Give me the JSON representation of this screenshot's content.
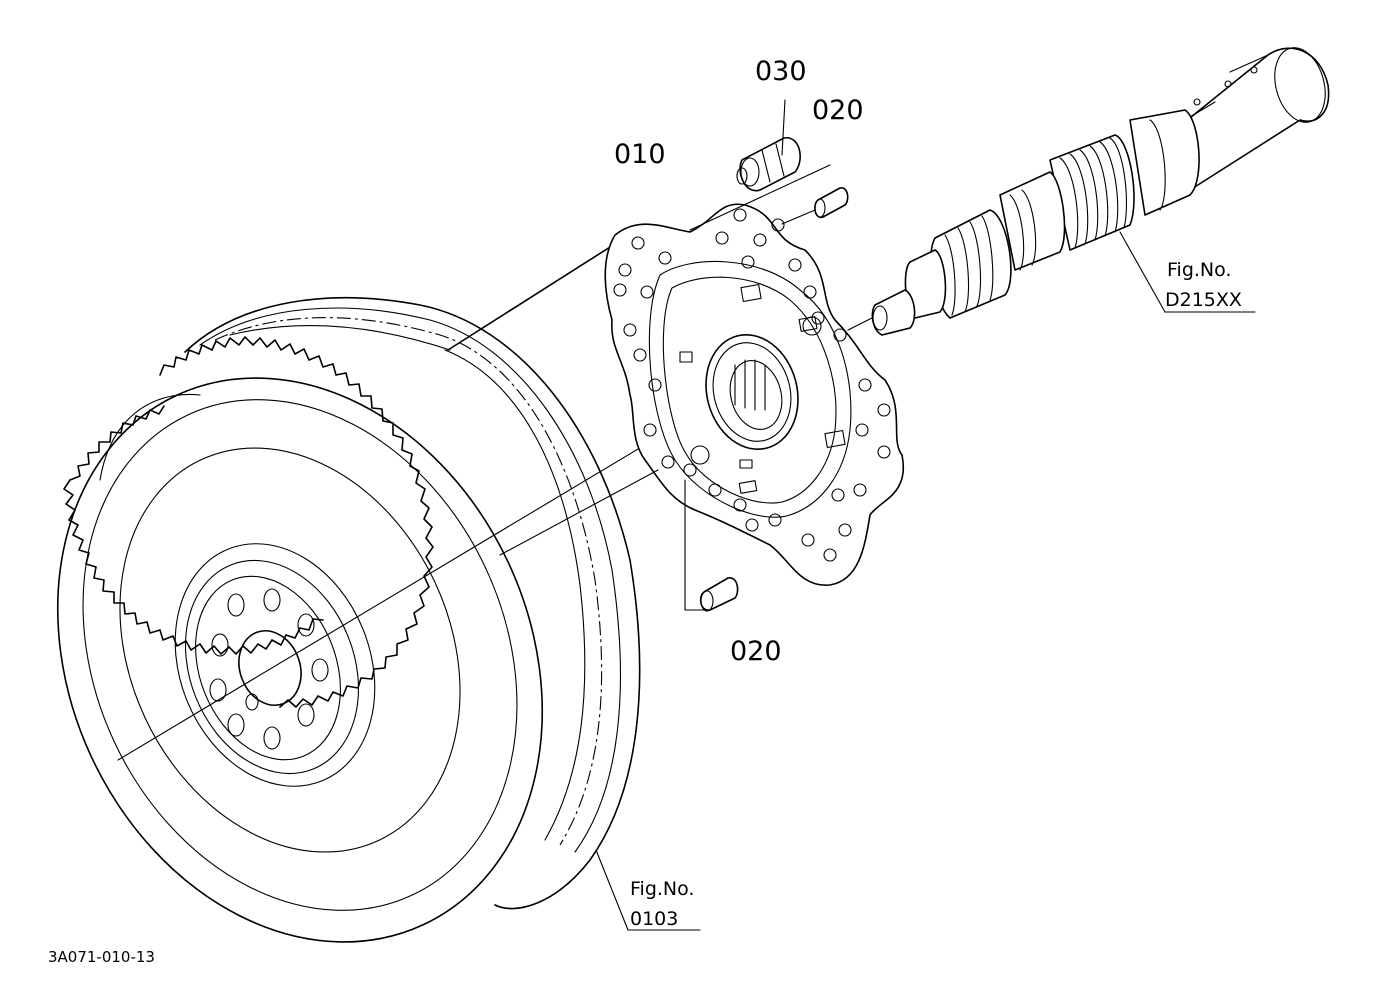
{
  "callouts": {
    "part_010": "010",
    "part_020_top": "020",
    "part_020_bottom": "020",
    "part_030": "030"
  },
  "figure_refs": {
    "shaft": {
      "label": "Fig.No.",
      "number": "D215XX"
    },
    "flywheel": {
      "label": "Fig.No.",
      "number": "0103"
    }
  },
  "drawing_code": "3A071-010-13"
}
